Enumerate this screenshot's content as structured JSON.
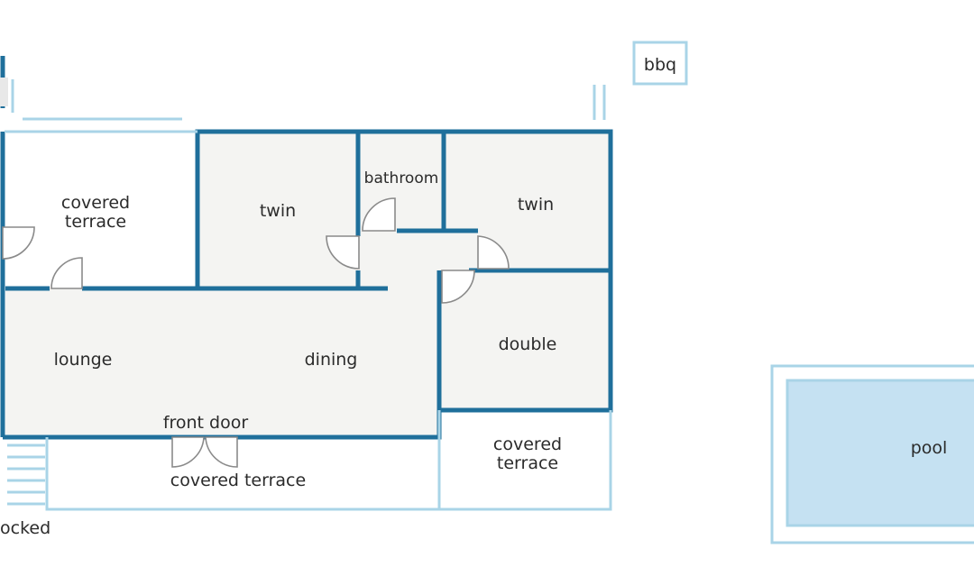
{
  "rooms": {
    "covered_terrace_left_line1": "covered",
    "covered_terrace_left_line2": "terrace",
    "twin_left": "twin",
    "bathroom": "bathroom",
    "twin_right": "twin",
    "lounge": "lounge",
    "dining": "dining",
    "double": "double",
    "front_door": "front door",
    "covered_terrace_front": "covered terrace",
    "covered_terrace_right_line1": "covered",
    "covered_terrace_right_line2": "terrace",
    "bbq": "bbq",
    "pool": "pool",
    "decked": "ocked"
  },
  "colors": {
    "wall": "#1f6f9b",
    "light_wall": "#a9d4e7",
    "room_fill": "#f4f4f2",
    "pool_fill": "#c5e1f2"
  }
}
